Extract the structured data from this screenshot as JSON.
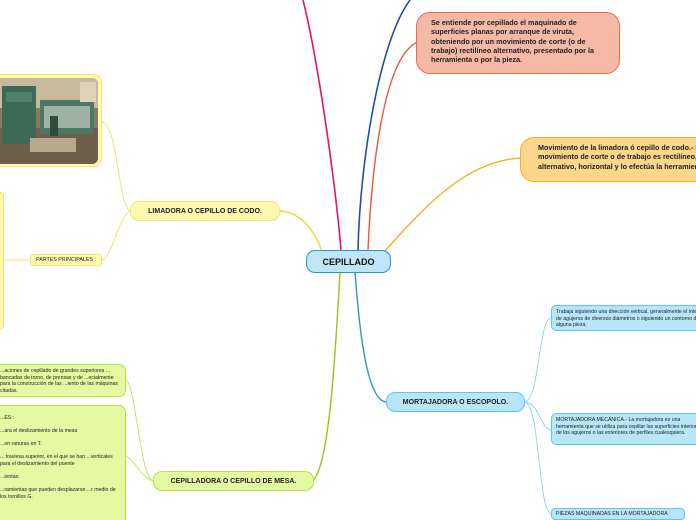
{
  "central": {
    "label": "CEPILLADO"
  },
  "top_right_note": {
    "text": "Se entiende por cepillado el maquinado de superficies planas por arranque de viruta, obteniendo por un movimiento de corte (o de trabajo) rectilíneo alternativo, presentado por la herramienta o por la pieza."
  },
  "right_note": {
    "text": "Movimiento de la limadora ó cepillo de codo.- El movimiento de corte o de trabajo es rectilíneo, alternativo, horizontal y lo efectúa la herramienta."
  },
  "limadora": {
    "label": "LIMADORA O CEPILLO DE CODO.",
    "partes_label": "PARTES PRINCIPALES :"
  },
  "cepilladora": {
    "label": "CEPILLADORA O CEPILLO DE MESA.",
    "note_text": "...aciones de cepillado de grandes superiores ... bancadas de torno, de prensas y de ...ecialmente para la construcción de las ...iento de las máquinas citadas.",
    "partes_text": "...ES :\n\n...ara el deslizamiento de la mesa\n\n...on ranuras en T.\n\n... traviesa superior, en el que se han ...verticales para el deslizamiento del puente\n\n...ientas.\n\n...ramientas que pueden desplazarse ...r medio de los tornillos G."
  },
  "mortajadora": {
    "label": "MORTAJADORA O ESCOPOLO.",
    "children": [
      "Trabaja siguiendo una dirección vertical, generalmente el interior de agujeros de diversos diámetros o siguiendo un contorno de alguna pieza.",
      "MORTAJADORA MECÁNICA.-  La mortajadora  es una herramienta que se utiliza para cepillar las superficies interiores de los agujeros o las exteriores de perfiles cualesquiera.",
      "PIEZAS MAQUINADAS EN LA MORTAJADORA"
    ]
  },
  "colors": {
    "central_fill": "#bfe6f7",
    "central_stroke": "#2f93c7",
    "red_fill": "#f6b9a6",
    "red_stroke": "#ea6b4a",
    "orange_fill": "#fcd68a",
    "orange_stroke": "#f5b020",
    "yellow_fill": "#fff8b0",
    "yellow_stroke": "#f3e46a",
    "green_fill": "#e3f9a2",
    "green_stroke": "#b6e04a",
    "blue_fill": "#b8e6f9",
    "blue_stroke": "#5cc6ef"
  },
  "icons": {
    "photo": "machine-photo"
  }
}
